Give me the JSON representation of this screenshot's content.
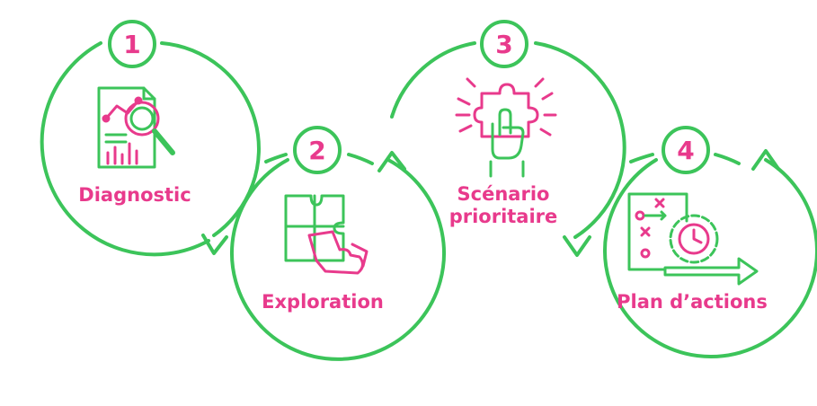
{
  "colors": {
    "green": "#3cc45a",
    "pink": "#e83a8c",
    "background": "#ffffff"
  },
  "steps": [
    {
      "number": "1",
      "label": "Diagnostic",
      "icon": "magnifier-report-icon"
    },
    {
      "number": "2",
      "label": "Exploration",
      "icon": "puzzle-hand-icon"
    },
    {
      "number": "3",
      "label_lines": [
        "Scénario",
        "prioritaire"
      ],
      "icon": "puzzle-touch-icon"
    },
    {
      "number": "4",
      "label": "Plan d’actions",
      "icon": "strategy-gear-clock-icon"
    }
  ]
}
